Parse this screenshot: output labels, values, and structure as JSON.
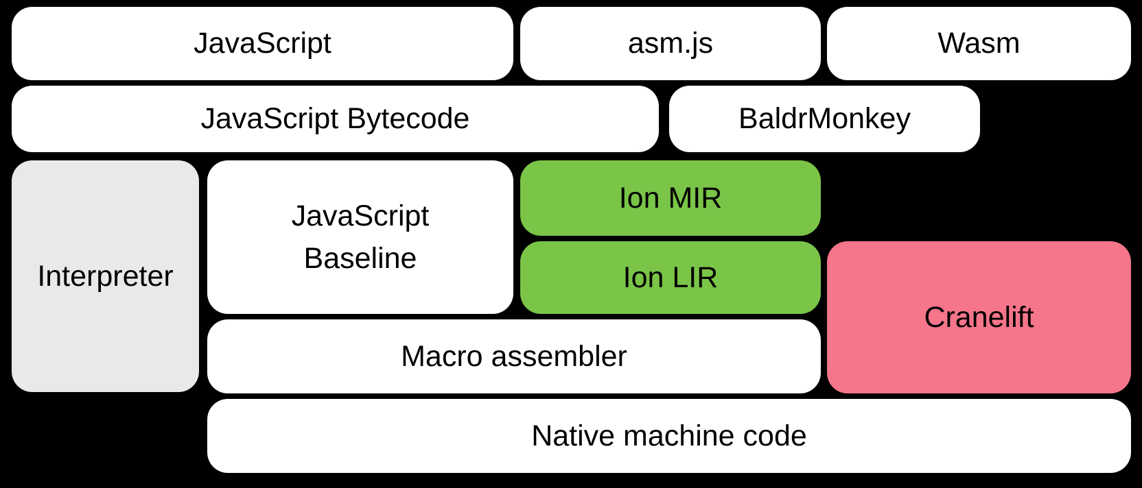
{
  "colors": {
    "background": "#000000",
    "box_white": "#ffffff",
    "box_gray": "#e9e9e9",
    "box_green": "#7ac448",
    "box_pink": "#f5758b",
    "text": "#000000"
  },
  "diagram": {
    "boxes": [
      {
        "id": "javascript",
        "label": "JavaScript",
        "color": "box_white"
      },
      {
        "id": "asmjs",
        "label": "asm.js",
        "color": "box_white"
      },
      {
        "id": "wasm",
        "label": "Wasm",
        "color": "box_white"
      },
      {
        "id": "javascript-bytecode",
        "label": "JavaScript Bytecode",
        "color": "box_white"
      },
      {
        "id": "baldrmonkey",
        "label": "BaldrMonkey",
        "color": "box_white"
      },
      {
        "id": "interpreter",
        "label": "Interpreter",
        "color": "box_gray"
      },
      {
        "id": "javascript-baseline",
        "label": "JavaScript\nBaseline",
        "color": "box_white"
      },
      {
        "id": "ion-mir",
        "label": "Ion MIR",
        "color": "box_green"
      },
      {
        "id": "ion-lir",
        "label": "Ion LIR",
        "color": "box_green"
      },
      {
        "id": "cranelift",
        "label": "Cranelift",
        "color": "box_pink"
      },
      {
        "id": "macro-assembler",
        "label": "Macro assembler",
        "color": "box_white"
      },
      {
        "id": "native-machine-code",
        "label": "Native machine code",
        "color": "box_white"
      }
    ]
  }
}
